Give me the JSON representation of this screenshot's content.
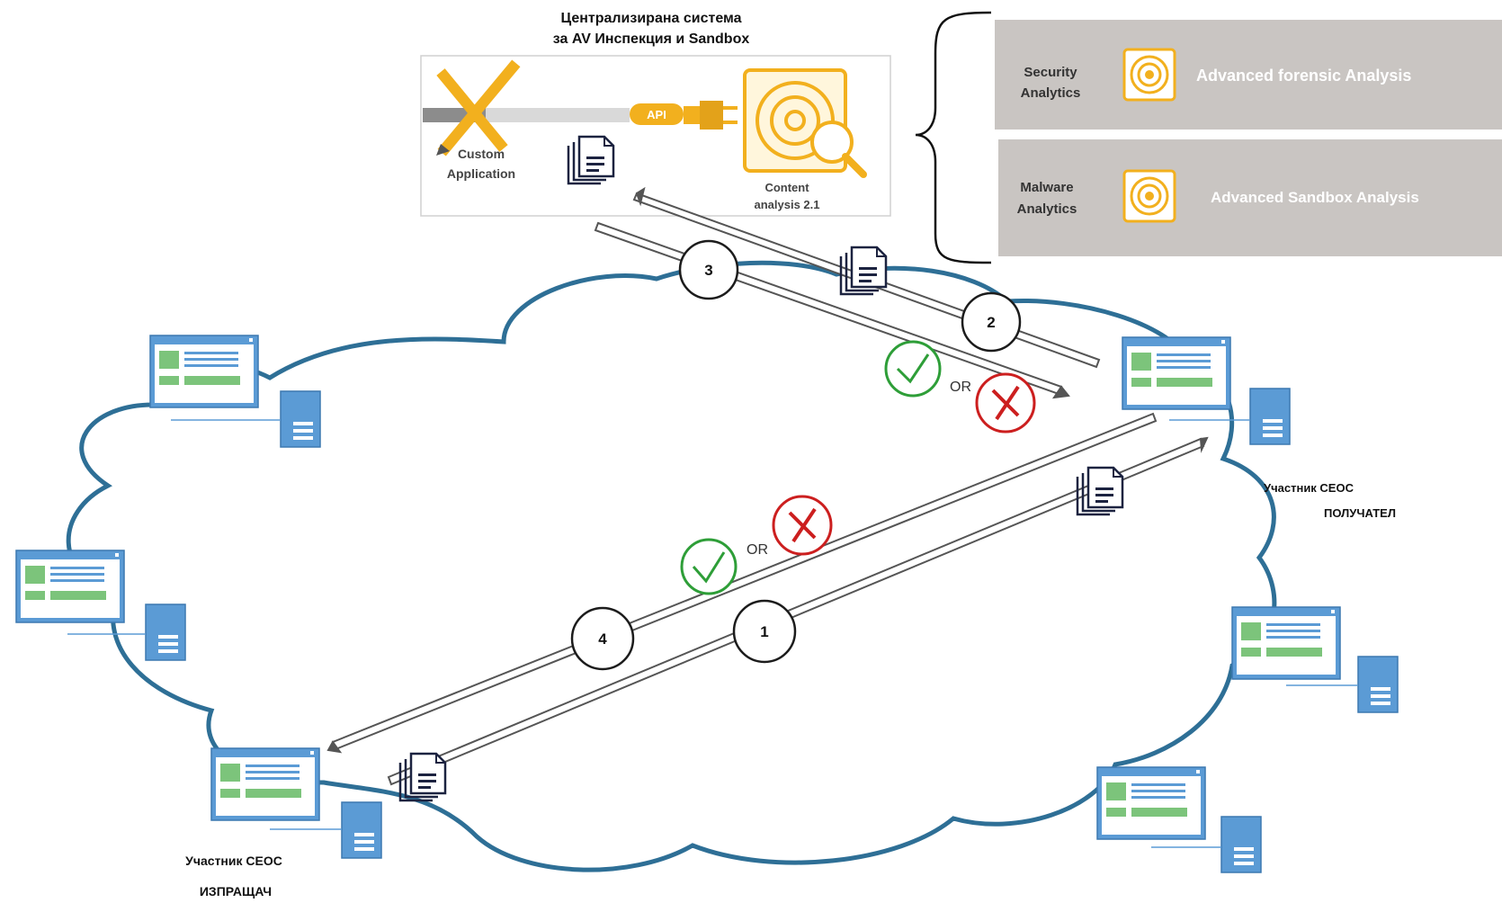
{
  "central_title": {
    "line1": "Централизирана система",
    "line2": "за AV Инспекция и Sandbox"
  },
  "central_box": {
    "api_label": "API",
    "custom_app": [
      "Custom",
      "Application"
    ],
    "content_analysis": [
      "Content",
      "analysis 2.1"
    ]
  },
  "panels": [
    {
      "name": [
        "Security",
        "Analytics"
      ],
      "description": "Advanced forensic Analysis"
    },
    {
      "name": [
        "Malware",
        "Analytics"
      ],
      "description": "Advanced Sandbox Analysis"
    }
  ],
  "steps": [
    "1",
    "2",
    "3",
    "4"
  ],
  "or_label": "OR",
  "receiver": {
    "line1": "Участник СЕОС",
    "line2": "ПОЛУЧАТЕЛ"
  },
  "sender": {
    "line1": "Участник СЕОС",
    "line2": "ИЗПРАЩАЧ"
  },
  "colors": {
    "cloud_outline": "#2e6f96",
    "monitor": "#5b9bd5",
    "panel_bg": "#c9c5c2",
    "gold": "#f2b01e",
    "ok_green": "#2e9e38",
    "reject_red": "#cc1f1f"
  },
  "icons": [
    "document-stack-icon",
    "monitor-icon",
    "server-icon",
    "check-icon",
    "x-icon",
    "pencil-ruler-icon",
    "radar-icon",
    "plug-icon"
  ]
}
